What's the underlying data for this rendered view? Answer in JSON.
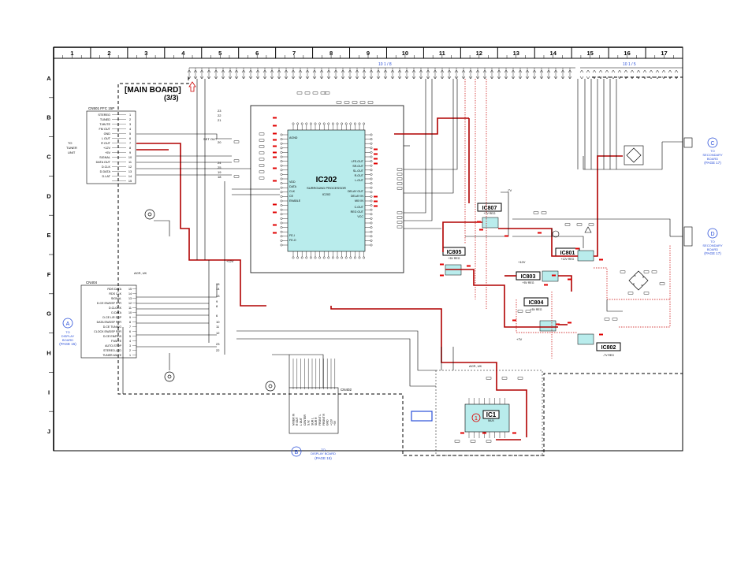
{
  "grid": {
    "columns": [
      "1",
      "2",
      "3",
      "4",
      "5",
      "6",
      "7",
      "8",
      "9",
      "10",
      "11",
      "12",
      "13",
      "14",
      "15",
      "16",
      "17"
    ],
    "rows": [
      "A",
      "B",
      "C",
      "D",
      "E",
      "F",
      "G",
      "H",
      "I",
      "J"
    ]
  },
  "board": {
    "title": "[MAIN BOARD]",
    "sheet": "(3/3)"
  },
  "connectors": {
    "cn501": "CN501 FFC 15P",
    "cn501_pins": [
      {
        "name": "STEREO",
        "num": "1"
      },
      {
        "name": "TUNED",
        "num": "2"
      },
      {
        "name": "T.MUTE",
        "num": "3"
      },
      {
        "name": "FM OUT",
        "num": "4"
      },
      {
        "name": "GND",
        "num": "5"
      },
      {
        "name": "L OUT",
        "num": "6"
      },
      {
        "name": "R OUT",
        "num": "7"
      },
      {
        "name": "+12V",
        "num": "8"
      },
      {
        "name": "+5V",
        "num": "9"
      },
      {
        "name": "SIGNAL",
        "num": "10"
      },
      {
        "name": "DATA OUT",
        "num": "11"
      },
      {
        "name": "D.CLK",
        "num": "12"
      },
      {
        "name": "D.DATA",
        "num": "13"
      },
      {
        "name": "D.LAT",
        "num": "14"
      },
      {
        "name": "",
        "num": "15"
      }
    ],
    "cn404": "CN404",
    "cn404_pins": [
      {
        "name": "RDS DATA",
        "num": "15"
      },
      {
        "name": "RDS CLK",
        "num": "14"
      },
      {
        "name": "SIGNAL",
        "num": "13"
      },
      {
        "name": "D.CE EN/DSP FPR",
        "num": "12"
      },
      {
        "name": "D.CLOCK",
        "num": "11"
      },
      {
        "name": "D.DATA",
        "num": "10"
      },
      {
        "name": "D.CE L/R DSP",
        "num": "9"
      },
      {
        "name": "DATA EN/DSP FPR",
        "num": "8"
      },
      {
        "name": "D.CE TUNING",
        "num": "7"
      },
      {
        "name": "CLOCK EN/DSP FPR",
        "num": "6"
      },
      {
        "name": "D.CE EN/RDS",
        "num": "5"
      },
      {
        "name": "F.MUTE",
        "num": "4"
      },
      {
        "name": "AUTO-STOP",
        "num": "3"
      },
      {
        "name": "STEREO-LED",
        "num": "2"
      },
      {
        "name": "TUNER-MUTE",
        "num": "1"
      }
    ],
    "cn402": "CN402",
    "cn402_pins": [
      "MIXER IN",
      "R OUT",
      "L OUT",
      "CENTER",
      "S.W.",
      "SUR L",
      "SUR R",
      "FRONT L",
      "FRONT R",
      "GND",
      "+12V",
      "+5V"
    ]
  },
  "chips": {
    "ic202_name": "IC202",
    "ic202_func": "SURROUND PROCESSOR",
    "ic202_part": "IC202",
    "ic202_left": [
      "AGND",
      "VDD",
      "DATA",
      "CLK",
      "CE",
      "ENABLE",
      "FE-I",
      "FE-O"
    ],
    "ic202_right": [
      "LFE-OUT",
      "SR-OUT",
      "SL-OUT",
      "R-OUT",
      "L-OUT",
      "DELAY OUT",
      "DELAY IN",
      "MIX IN",
      "C-OUT",
      "REG OUT",
      "VCC"
    ],
    "ic807": "IC807",
    "ic807_sub": "+7V REG",
    "ic805": "IC805",
    "ic805_sub": "+5V REG",
    "ic801": "IC801",
    "ic801_sub": "+12V REG",
    "ic803": "IC803",
    "ic803_sub": "+5V REG",
    "ic804": "IC804",
    "ic804_sub": "+5V REG",
    "ic802": "IC802",
    "ic802_sub": "-7V REG",
    "ic1": "IC1",
    "ic1_sub": "MUX",
    "ic1_marker": "1"
  },
  "labels": {
    "col_range_a": "10 1 / 8",
    "col_range_b": "10 1 / 5",
    "set_out": "SET OUT",
    "pin_neg7v": "-7V",
    "pin_pos12v": "+12V",
    "pin_pos12v_2": "+12V",
    "pin_pos7v": "+7V",
    "acr_uk": "ACR, UK",
    "acr_uk_2": "ACR, UK"
  },
  "offpage": [
    {
      "letter": "A",
      "to": "TO",
      "board": "DISPLAY",
      "board2": "BOARD",
      "page": "(PAGE 15)"
    },
    {
      "letter": "B",
      "to": "TO",
      "board": "DISPLAY BOARD",
      "board2": "",
      "page": "(PAGE 15)"
    },
    {
      "letter": "C",
      "to": "TO",
      "board": "SECONDARY",
      "board2": "BOARD",
      "page": "(PAGE 17)"
    },
    {
      "letter": "D",
      "to": "TO",
      "board": "SECONDARY",
      "board2": "BOARD",
      "page": "(PAGE 17)"
    }
  ],
  "tuner": {
    "to": "TO",
    "name": "TUNER",
    "unit": "UNIT"
  },
  "colors": {
    "line": "#000000",
    "power": "#b00000",
    "rail": "#c80000",
    "chip_fill": "#b9ecec",
    "legend_box": "#2a4fd8",
    "marker": "#e00000",
    "text_blue": "#2a4fd8"
  }
}
